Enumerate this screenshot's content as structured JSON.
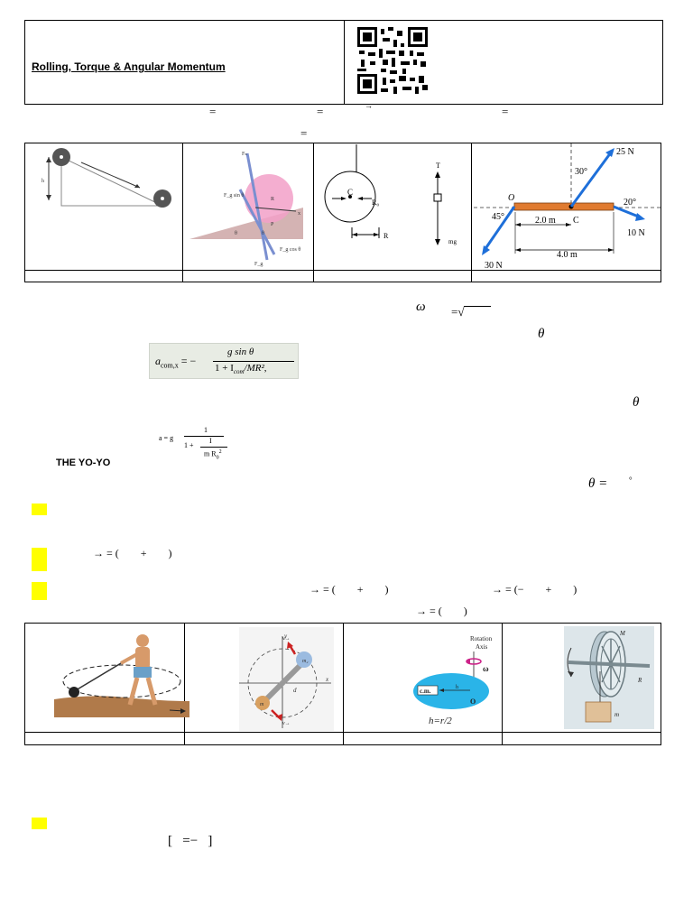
{
  "header": {
    "title": "Rolling, Torque & Angular Momentum"
  },
  "equations": {
    "eq1": "=",
    "eq2": "=",
    "eq3": "→",
    "eq4": "=",
    "eq5": "="
  },
  "figures_row1": {
    "fig1": {
      "label_h": "h"
    },
    "fig2": {
      "labels": [
        "Fₙ",
        "F_g sin θ",
        "R",
        "P",
        "x",
        "θ",
        "θ",
        "F_g cos θ",
        "F_g"
      ]
    },
    "fig3": {
      "labels": [
        "C",
        "R₀",
        "R",
        "T",
        "mg"
      ]
    },
    "fig4": {
      "labels": [
        "25 N",
        "30°",
        "O",
        "C",
        "20°",
        "45°",
        "2.0 m",
        "10 N",
        "4.0 m",
        "30 N"
      ]
    }
  },
  "symbols": {
    "omega": "ω",
    "sqrt_eq": "=√",
    "theta1": "θ",
    "theta2": "θ",
    "theta_eq": "θ =",
    "degree": "°"
  },
  "formula_acom": {
    "lhs": "a",
    "lhs_sub": "com,x",
    "eq": "= −",
    "num": "g sin θ",
    "den": "1 + I",
    "den_sub": "com",
    "den_tail": "/MR²",
    "tail": ","
  },
  "formula_yoyo": {
    "lhs": "a  =  g",
    "num1": "1",
    "den_a": "1 +",
    "num2": "I",
    "den2": "m R",
    "den2_sub": "0",
    "den2_sup": "2",
    "heading": "THE YO-YO"
  },
  "vectors": {
    "v1": "→ = (        +        )",
    "v2": "→ = (        +        )",
    "v3": "→ = (−        +        )",
    "v4": "→ = (        )"
  },
  "figures_row2": {
    "fig2": {
      "labels": [
        "y",
        "m₂",
        "v→",
        "d",
        "x",
        "m",
        "v→"
      ]
    },
    "fig3": {
      "labels": [
        "Rotation",
        "Axis",
        "ω",
        "c.m.",
        "h",
        "O",
        "h=r/2"
      ]
    },
    "fig4": {
      "labels": [
        "M",
        "R",
        "m"
      ]
    }
  },
  "bracket": "[   =−   ]",
  "colors": {
    "highlight": "#ffff00",
    "blue": "#1e6fd9",
    "orange": "#e07b30",
    "pink": "#f2a0c8",
    "cyan": "#2ab4e8"
  }
}
